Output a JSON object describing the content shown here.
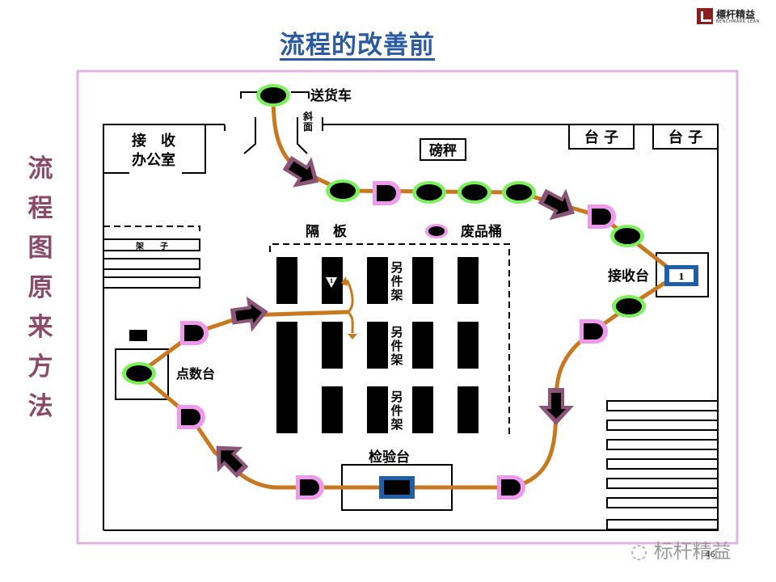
{
  "header": {
    "title": "流程的改善前",
    "logo_text": "標杆精益",
    "logo_subtext": "BENCHMARK LEAN"
  },
  "side_title": [
    "流",
    "程",
    "图",
    "原",
    "来",
    "方",
    "法"
  ],
  "labels": {
    "delivery_truck": "送货车",
    "ramp": [
      "斜",
      "面"
    ],
    "receiving_office": [
      "接　收",
      "办公室"
    ],
    "scale": "磅秤",
    "platform_1": "台 子",
    "platform_2": "台 子",
    "shelf": "架　　子",
    "partition": "隔　板",
    "scrap_bin": "废品桶",
    "receiving_table": "接收台",
    "receiving_table_number": "1",
    "counting_table": "点数台",
    "inspection_table": "检验台",
    "alt_parts_rack": [
      "另",
      "件",
      "架"
    ],
    "storage_marker": "1"
  },
  "legend_colors": {
    "operation_fill": "#000000",
    "operation_ring": "#7cf05a",
    "delay_ring": "#ee99ee",
    "path": "#c8781e",
    "transport_arrow": "#8c5578",
    "border": "#e0b4e0",
    "inspection_ring": "#1f5fa8"
  },
  "footer": {
    "watermark": "标杆精益",
    "page_number": "46"
  }
}
